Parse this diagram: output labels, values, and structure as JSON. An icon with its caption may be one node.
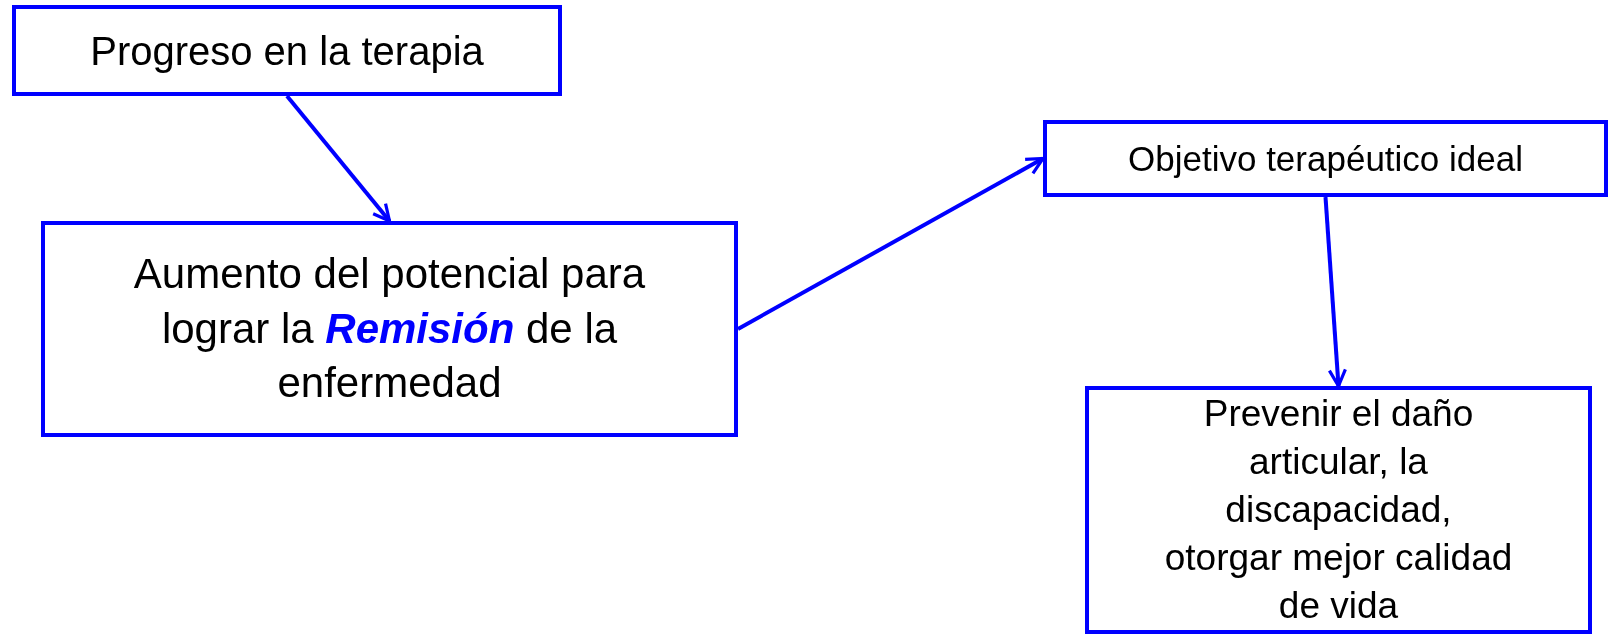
{
  "diagram": {
    "nodes": [
      {
        "text": [
          "Progreso en la terapia"
        ]
      },
      {
        "text": [
          "Aumento del potencial para lograr la **Remisión** de la enfermedad"
        ]
      },
      {
        "text": [
          "Objetivo terapéutico ideal"
        ]
      },
      {
        "text": [
          "Prevenir el daño articular, la discapacidad, otorgar mejor calidad de vida"
        ]
      }
    ],
    "edges": [
      {
        "from": 0,
        "to": 1,
        "arrow": "to"
      },
      {
        "from": 1,
        "to": 2,
        "arrow": "to"
      },
      {
        "from": 2,
        "to": 3,
        "arrow": "to"
      }
    ]
  }
}
